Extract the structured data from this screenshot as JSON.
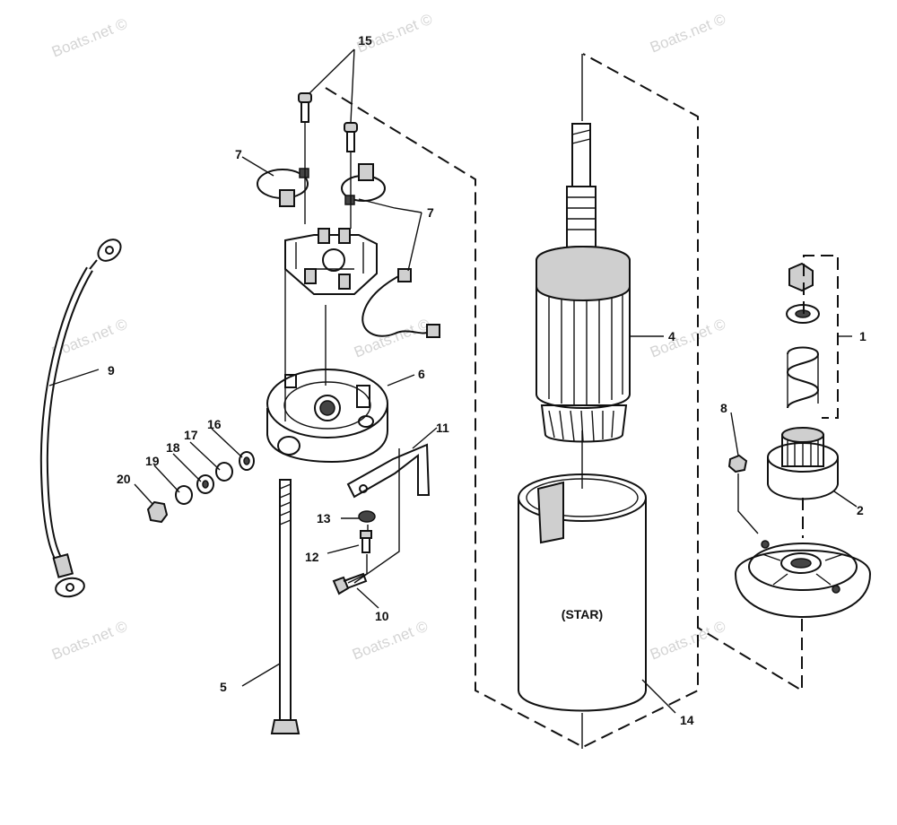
{
  "watermark": "Boats.net ©",
  "center_label": "(STAR)",
  "callouts": {
    "c1": "1",
    "c2": "2",
    "c4": "4",
    "c5": "5",
    "c6": "6",
    "c7a": "7",
    "c7b": "7",
    "c8": "8",
    "c9": "9",
    "c10": "10",
    "c11": "11",
    "c12": "12",
    "c13": "13",
    "c14": "14",
    "c15": "15",
    "c16": "16",
    "c17": "17",
    "c18": "18",
    "c19": "19",
    "c20": "20"
  }
}
